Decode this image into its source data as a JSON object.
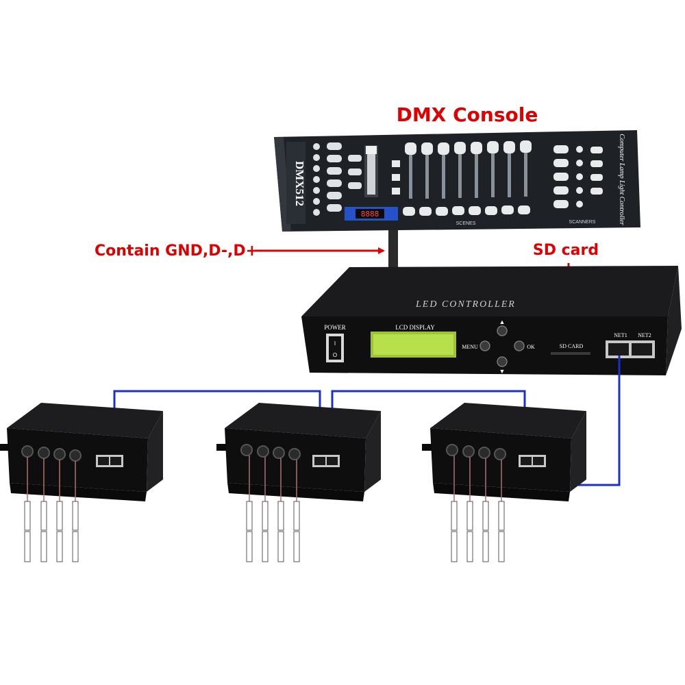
{
  "labels": {
    "dmx_console": "DMX Console",
    "signal_note": "Contain GND,D-,D+",
    "sd_card_callout": "SD card"
  },
  "console": {
    "brand": "DMX512",
    "side_text": "Computer Lamp Light Controller",
    "scenes_label": "SCENES",
    "scanners_label": "SCANNERS",
    "display_value": "8888"
  },
  "controller": {
    "title": "LED CONTROLLER",
    "power_label": "POWER",
    "power_on_mark": "I",
    "power_off_mark": "O",
    "lcd_label": "LCD DISPLAY",
    "menu_label": "MENU",
    "ok_label": "OK",
    "sd_label": "SD CARD",
    "net1_label": "NET1",
    "net2_label": "NET2"
  },
  "colors": {
    "arrow_red": "#e00000",
    "cable_blue": "#1a2fd0",
    "device_black": "#1c1c1c",
    "lcd_green": "#b8e04a"
  }
}
